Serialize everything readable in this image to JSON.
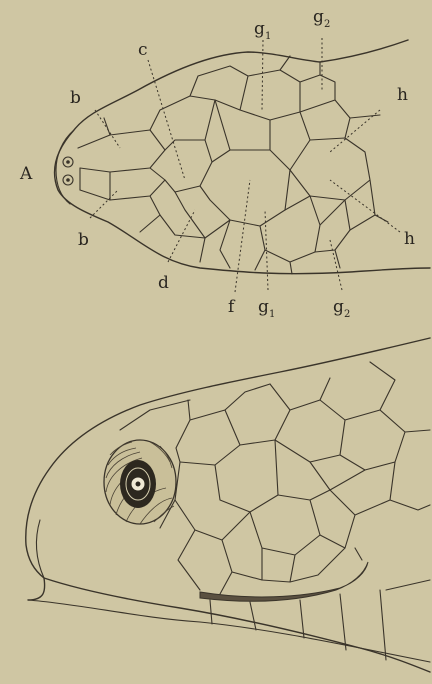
{
  "figure": {
    "panel_label": "A",
    "labels": {
      "b_upper": "b",
      "b_lower": "b",
      "c": "c",
      "d": "d",
      "f": "f",
      "g1_top": "g",
      "g1_top_sub": "1",
      "g2_top": "g",
      "g2_top_sub": "2",
      "g1_bottom": "g",
      "g1_bottom_sub": "1",
      "g2_bottom": "g",
      "g2_bottom_sub": "2",
      "h_upper": "h",
      "h_lower": "h"
    }
  }
}
